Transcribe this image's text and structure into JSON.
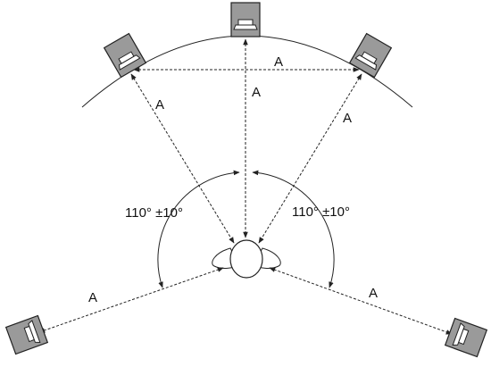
{
  "labels": {
    "distance_a": "A",
    "angle_left": "110° ±10°",
    "angle_right": "110° ±10°"
  },
  "icons": {
    "speaker": "speaker-icon",
    "listener": "listener-head-icon"
  },
  "colors": {
    "speaker_fill": "#9a9a9a",
    "line": "#222222",
    "background": "#ffffff"
  }
}
